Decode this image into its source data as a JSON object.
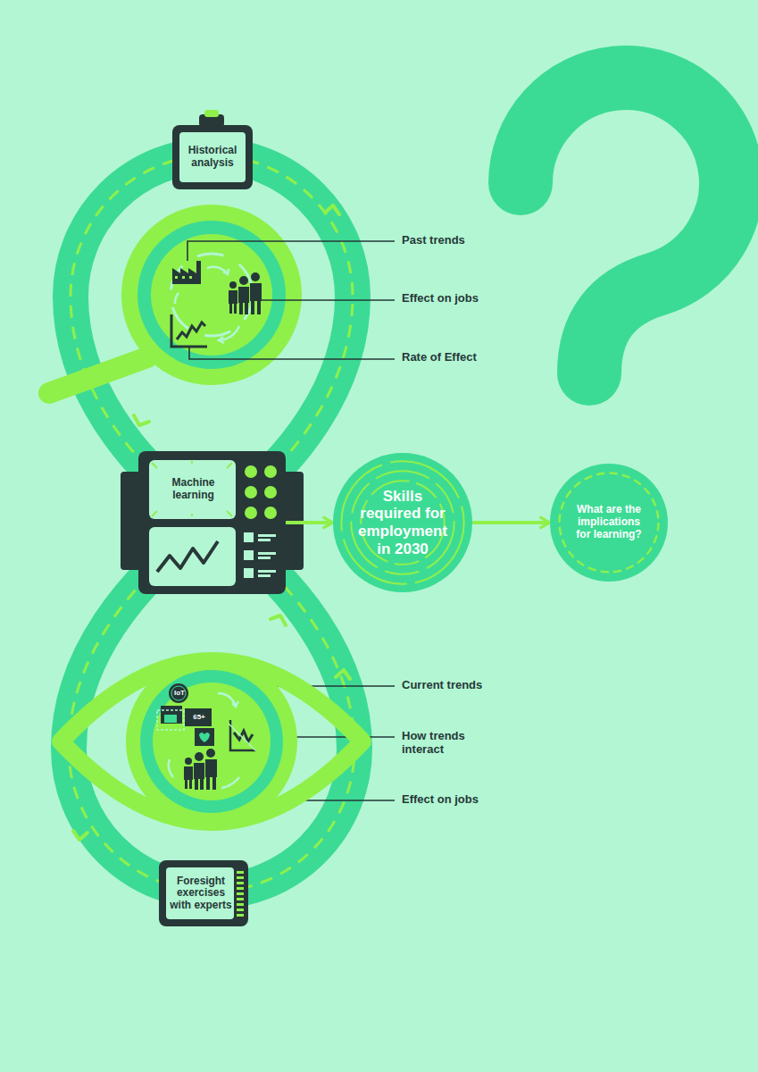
{
  "diagram": {
    "nodes": [
      {
        "text": [
          "Historical analysis"
        ]
      },
      {
        "text": [
          "Machine learning"
        ]
      },
      {
        "text": [
          "Skills required for employment in 2030"
        ]
      },
      {
        "text": [
          "What are the implications for learning?"
        ]
      },
      {
        "text": [
          "Foresight exercises with experts"
        ]
      }
    ],
    "edges": [
      {
        "from": 1,
        "to": 2,
        "arrow": "to"
      },
      {
        "from": 2,
        "to": 3,
        "arrow": "to"
      }
    ],
    "labels": [
      "Past trends",
      "Effect on jobs",
      "Rate of Effect",
      "Current trends",
      "How trends interact",
      "Effect on jobs",
      "IoT",
      "65+"
    ]
  }
}
